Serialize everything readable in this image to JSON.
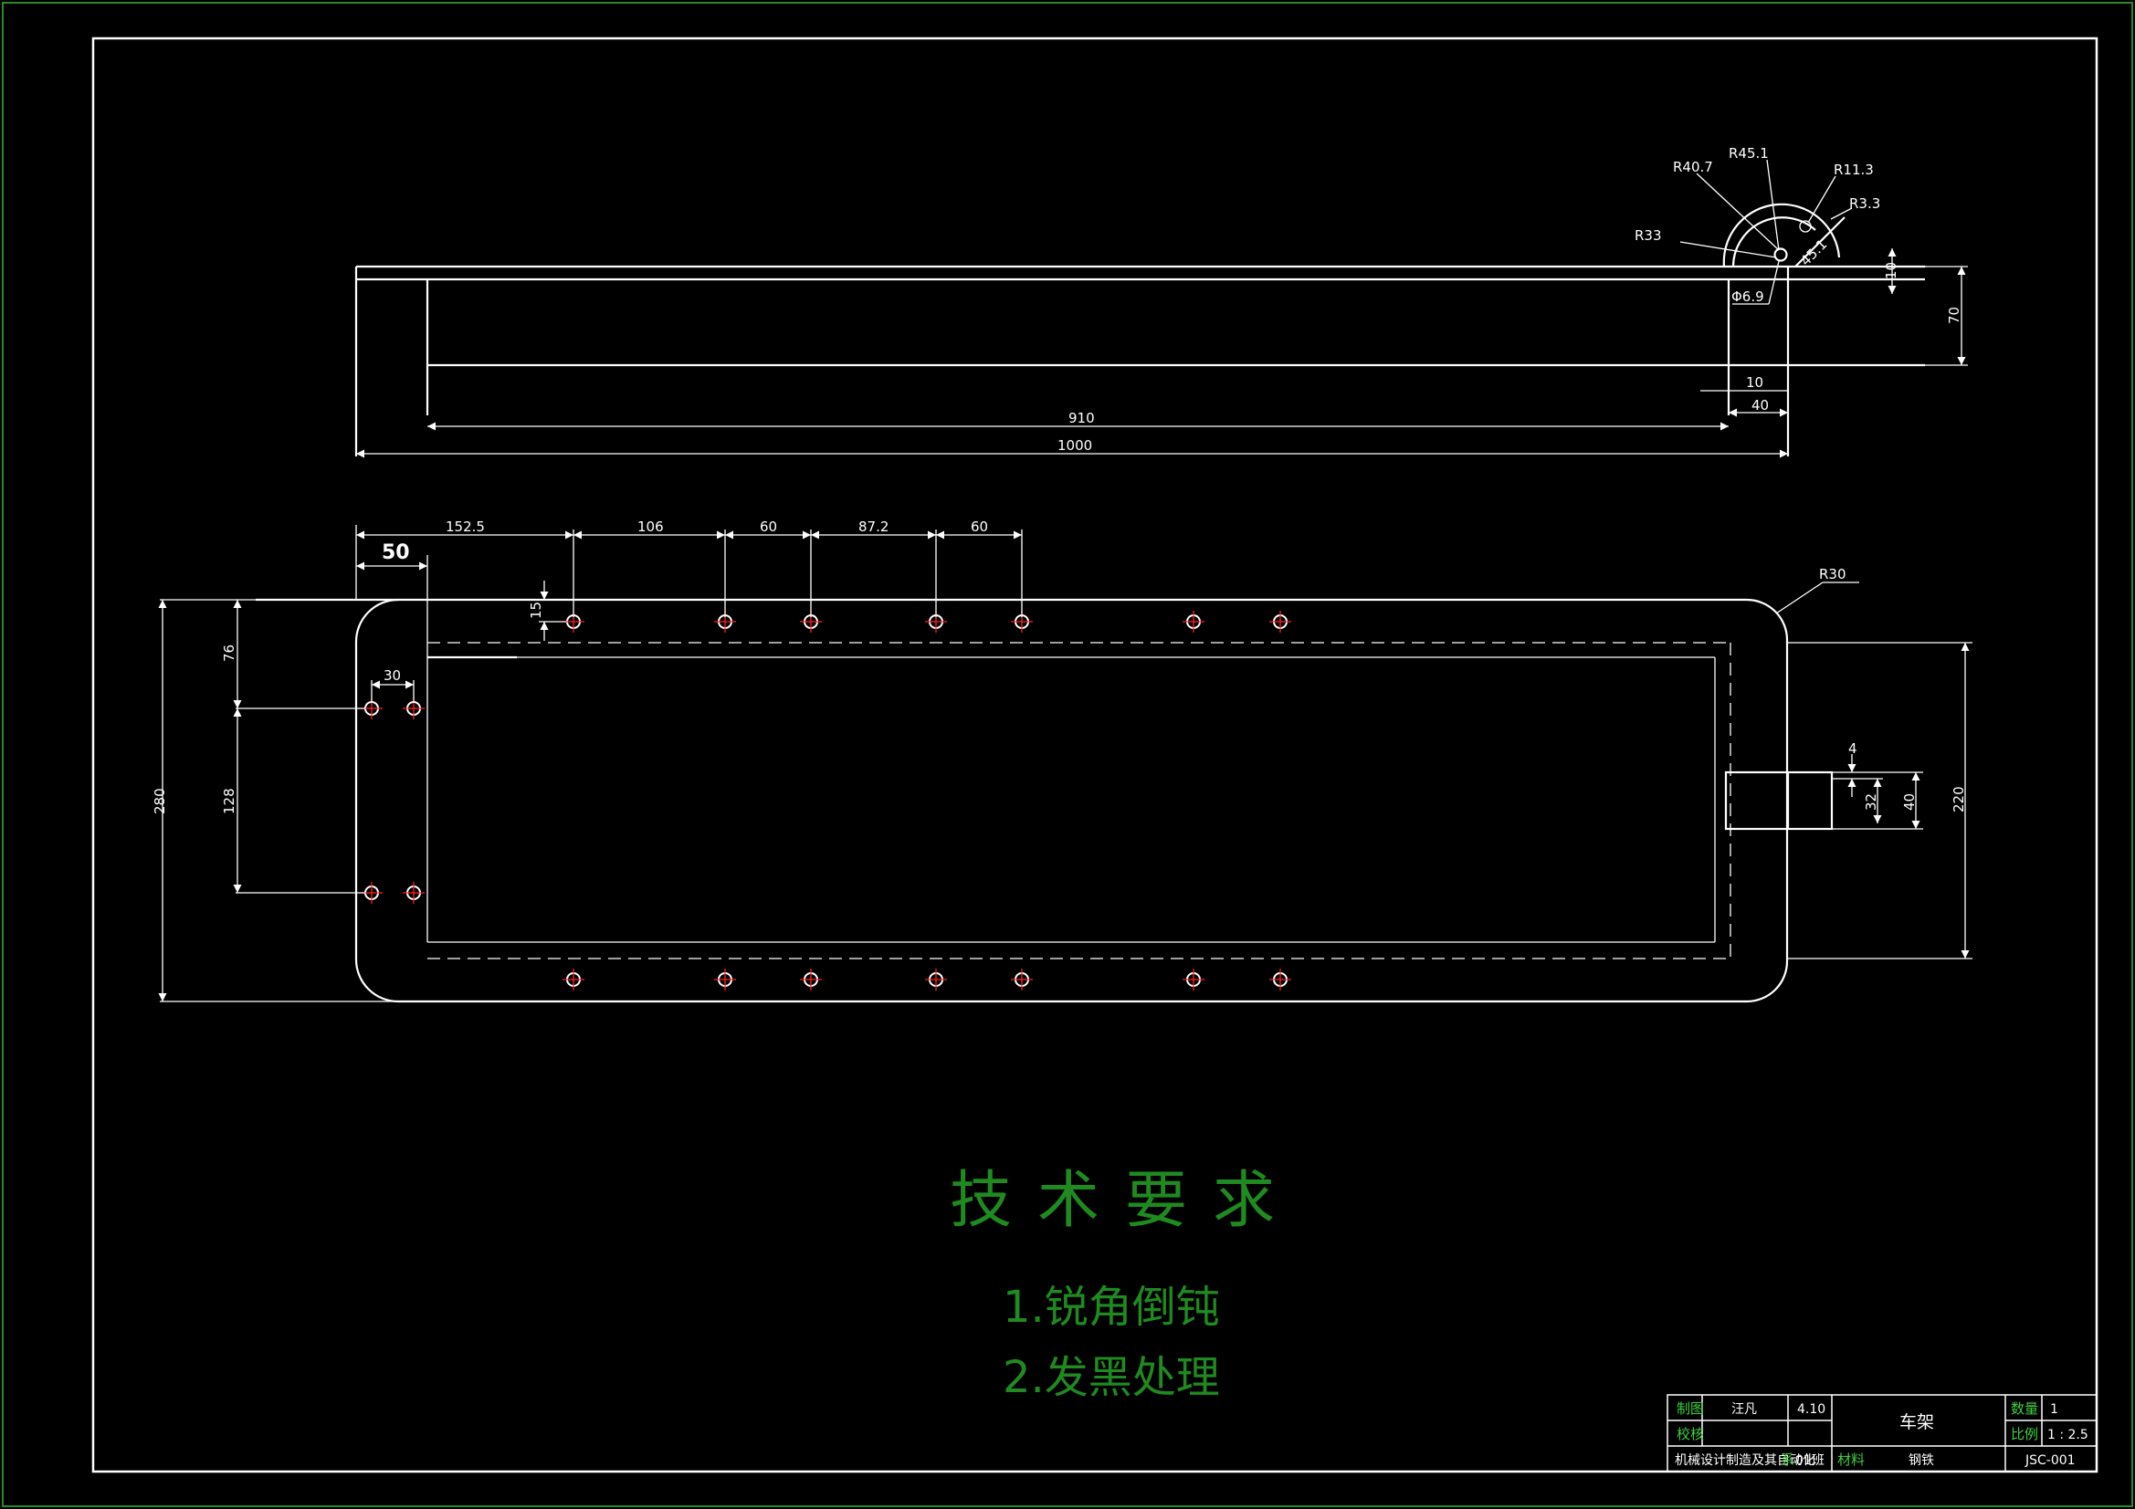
{
  "drawing": {
    "part_name": "车架",
    "drawing_no": "JSC-001",
    "material": "钢铁",
    "quantity_label": "数量",
    "quantity": "1",
    "scale_label": "比例",
    "scale": "1 : 2.5",
    "drawn_by_label": "制图",
    "checked_by_label": "校核",
    "author": "汪凡",
    "date": "4.10",
    "material_label": "材料",
    "school": "机械设计制造及其自动化",
    "class_prefix": "系",
    "class_no": "01班"
  },
  "technical_requirements": {
    "title": "技术要求",
    "items": [
      "1.锐角倒钝",
      "2.发黑处理"
    ]
  },
  "front_view_dimensions": {
    "r40_7": "R40.7",
    "r45_1": "R45.1",
    "r11_3": "R11.3",
    "r3_3": "R3.3",
    "r33": "R33",
    "d45_1": "45.1",
    "phi6_9": "Φ6.9",
    "h10": "10",
    "h70": "70",
    "w10": "10",
    "w40": "40",
    "w910": "910",
    "w1000": "1000"
  },
  "top_view_dimensions": {
    "w50": "50",
    "d152_5": "152.5",
    "d106": "106",
    "d60a": "60",
    "d87_2": "87.2",
    "d60b": "60",
    "r30": "R30",
    "d15": "15",
    "d76": "76",
    "d30": "30",
    "d128": "128",
    "d280": "280",
    "d4": "4",
    "d32": "32",
    "d40": "40",
    "d220": "220"
  },
  "colors": {
    "background": "#000000",
    "lines": "#ffffff",
    "requirements_text": "#1f8a1f",
    "title_block_labels": "#3fcf3f",
    "hole_center_marks": "#ff2020",
    "outer_border": "#2a8a2a"
  }
}
